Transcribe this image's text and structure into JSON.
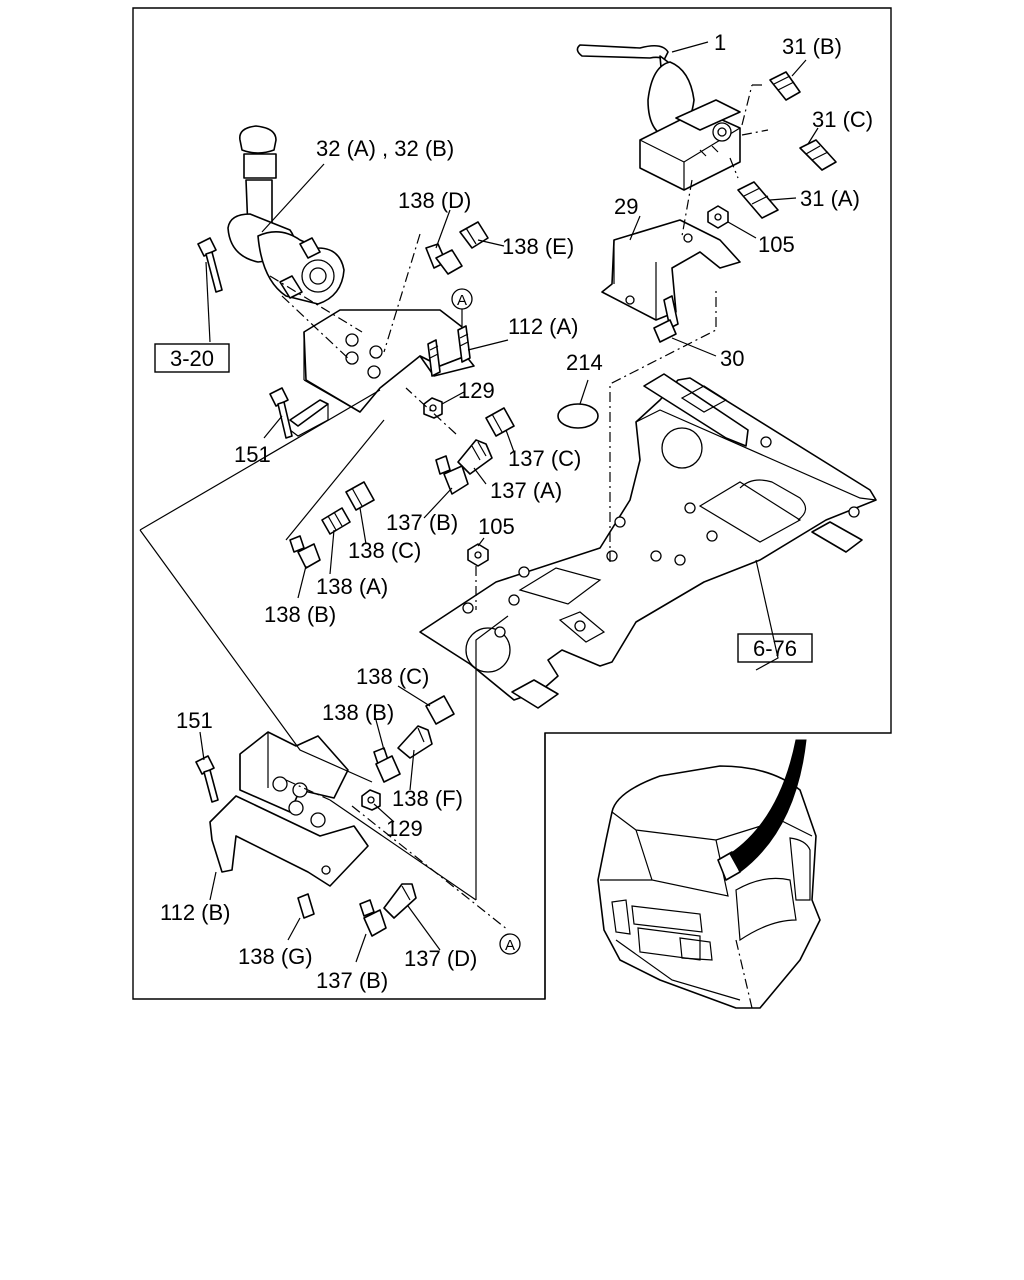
{
  "callouts": {
    "p1": "1",
    "p31b": "31 (B)",
    "p31c": "31 (C)",
    "p31a": "31 (A)",
    "p32": "32 (A) , 32 (B)",
    "p138d": "138 (D)",
    "p138e": "138 (E)",
    "p29": "29",
    "p105a": "105",
    "p30": "30",
    "p112a": "112 (A)",
    "p214": "214",
    "p129a": "129",
    "p151a": "151",
    "p137c": "137 (C)",
    "p137a": "137 (A)",
    "p137b1": "137 (B)",
    "p105b": "105",
    "p138c1": "138 (C)",
    "p138a": "138 (A)",
    "p138b1": "138 (B)",
    "p138c2": "138 (C)",
    "p138b2": "138 (B)",
    "p151b": "151",
    "p138f": "138 (F)",
    "p129b": "129",
    "p112b": "112 (B)",
    "p138g": "138 (G)",
    "p137b2": "137 (B)",
    "p137d": "137 (D)"
  },
  "references": {
    "ref320": "3-20",
    "ref676": "6-76"
  },
  "markers": {
    "a": "A"
  }
}
